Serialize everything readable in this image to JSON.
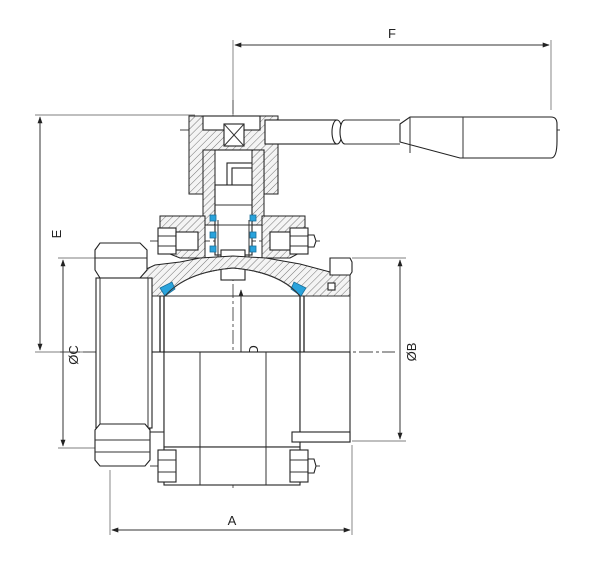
{
  "dimensions": {
    "A": "A",
    "B": "ØB",
    "C": "ØC",
    "D": "ØD",
    "E": "E",
    "F": "F"
  },
  "colors": {
    "line": "#222222",
    "seal": "#29a3dc",
    "hatch": "#555555"
  }
}
